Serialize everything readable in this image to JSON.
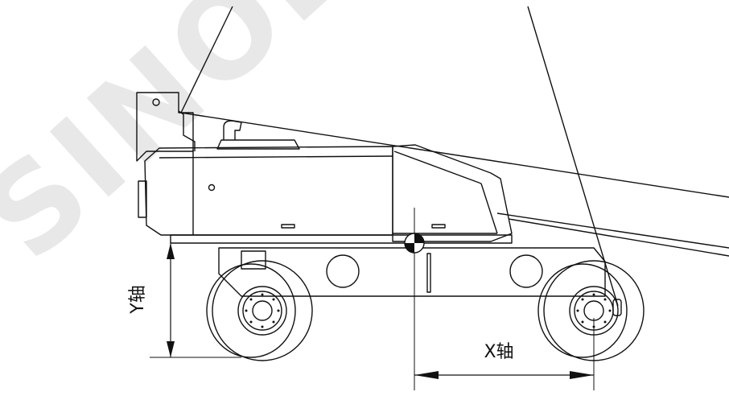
{
  "watermark": {
    "text": "SINOBOOM",
    "color": "#e6e6e6"
  },
  "labels": {
    "y_axis": "Y轴",
    "x_axis": "X轴"
  },
  "colors": {
    "line": "#111111",
    "background": "#ffffff"
  }
}
